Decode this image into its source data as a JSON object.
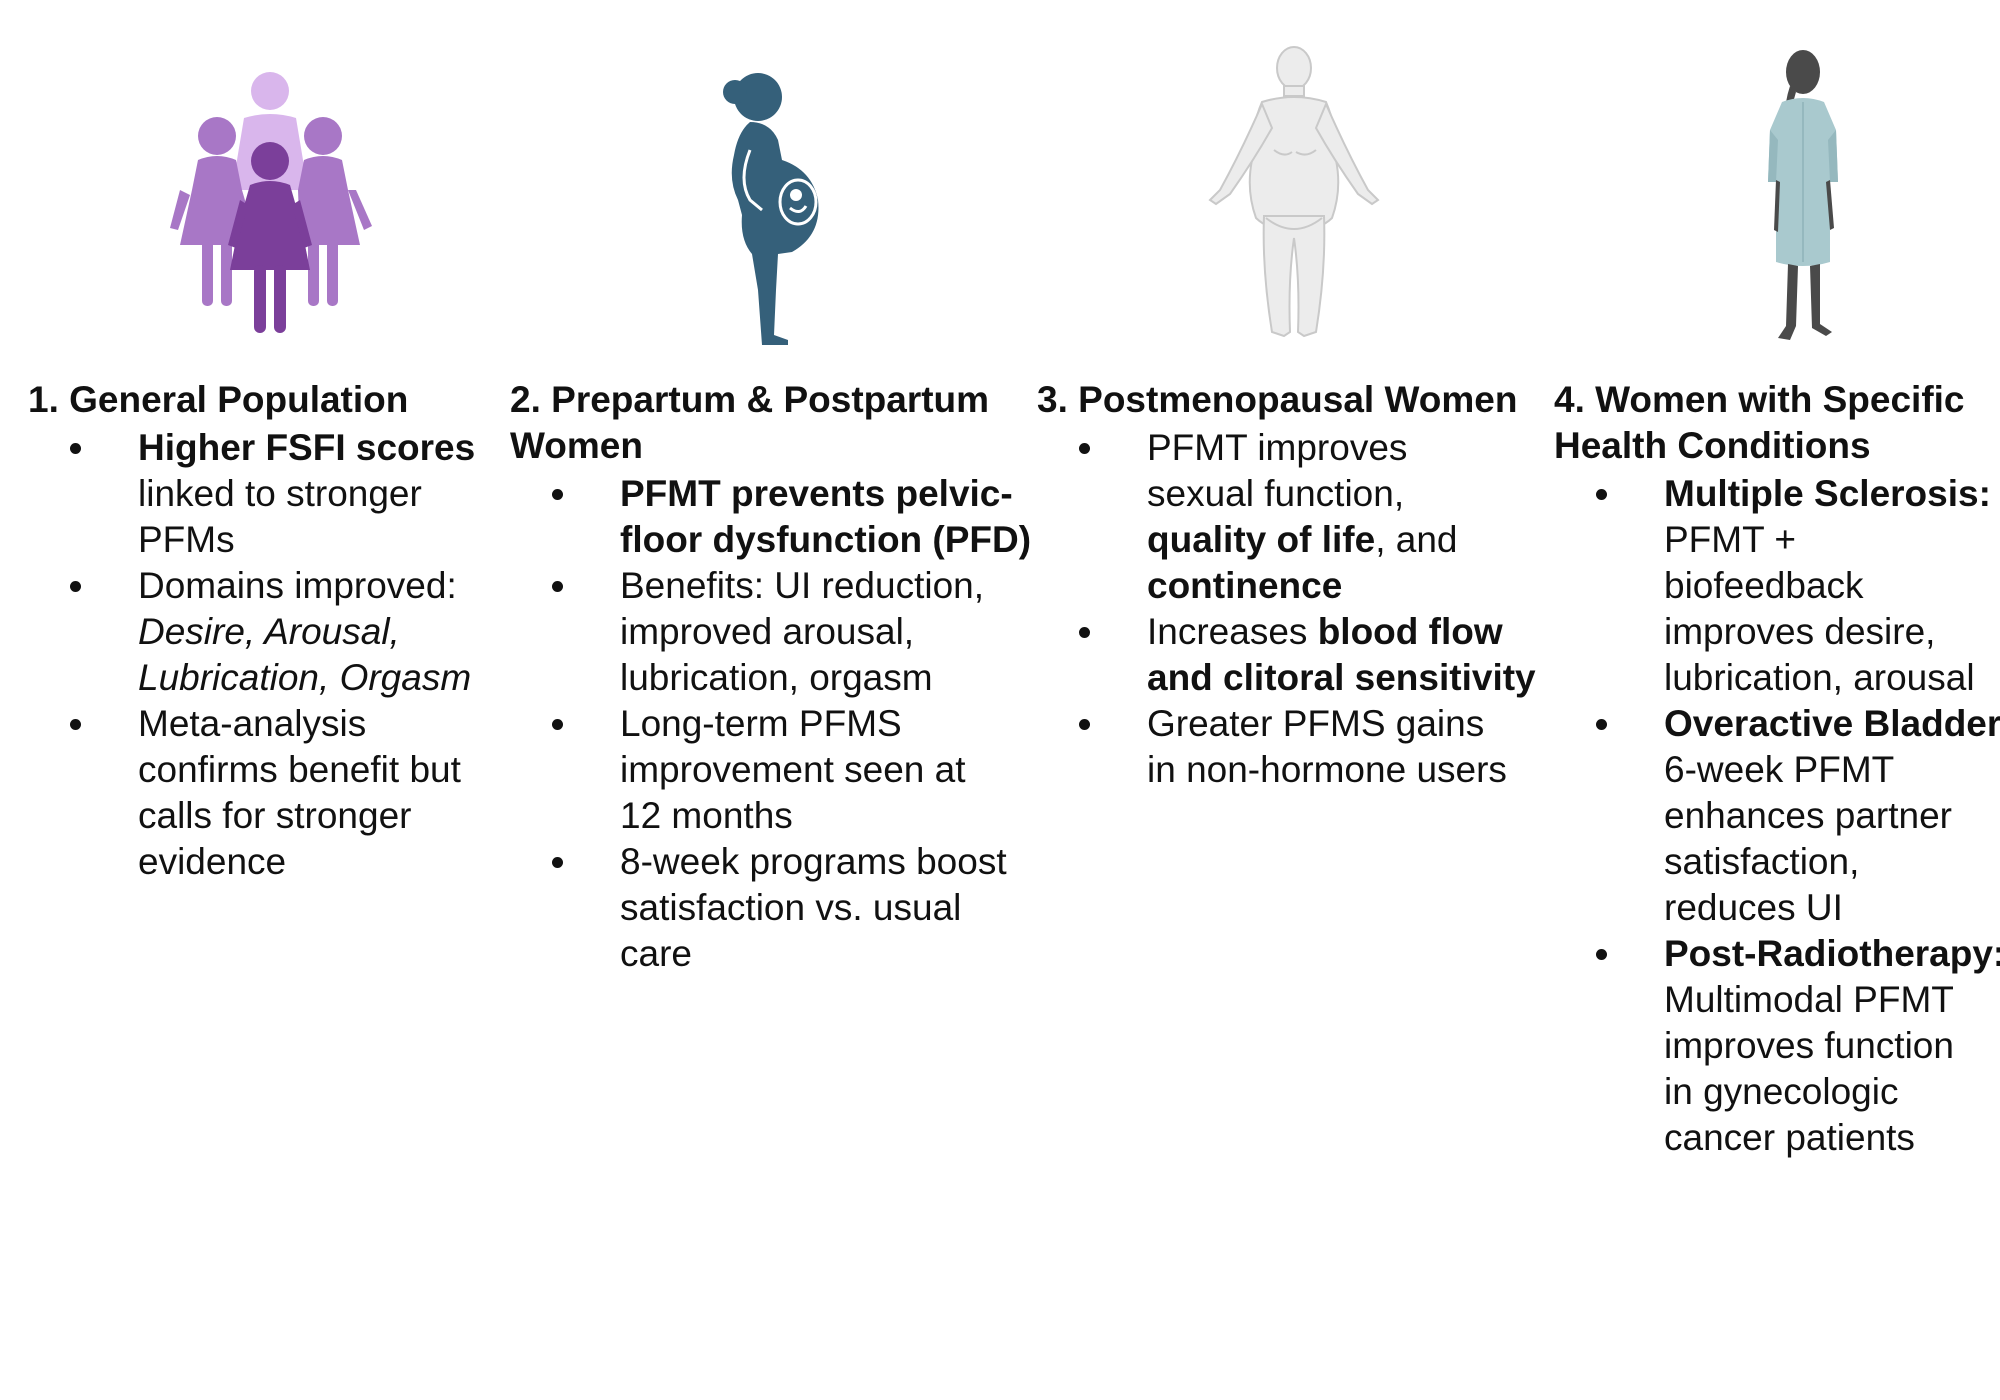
{
  "colors": {
    "purple_light": "#d9b6ec",
    "purple_mid": "#a877c6",
    "purple_dark": "#7b3f9a",
    "pregnant_teal": "#35607a",
    "postmeno_gray": "#e4e4e4",
    "gown_blue": "#a9c9ce",
    "skin_dark": "#4a4a4a"
  },
  "icons": {
    "col1": "group-of-women-icon",
    "col2": "pregnant-woman-icon",
    "col3": "postmenopausal-woman-icon",
    "col4": "patient-in-gown-icon"
  },
  "col1": {
    "heading": "1. General Population",
    "b1_bold": "Higher FSFI scores",
    "b1_l2": "linked to stronger",
    "b1_l3": "PFMs",
    "b2_l1": "Domains improved:",
    "b2_l2": "Desire, Arousal,",
    "b2_l3": "Lubrication, Orgasm",
    "b3_l1": "Meta-analysis",
    "b3_l2": "confirms benefit but",
    "b3_l3": "calls for stronger",
    "b3_l4": "evidence"
  },
  "col2": {
    "heading_l1": "2. Prepartum & Postpartum",
    "heading_l2": "Women",
    "b1_l1": "PFMT prevents pelvic-",
    "b1_l2": "floor dysfunction (PFD)",
    "b2_l1": "Benefits: UI reduction,",
    "b2_l2": "improved arousal,",
    "b2_l3": "lubrication, orgasm",
    "b3_l1": "Long-term PFMS",
    "b3_l2": "improvement seen at",
    "b3_l3": "12 months",
    "b4_l1": "8-week programs boost",
    "b4_l2": "satisfaction vs. usual",
    "b4_l3": "care"
  },
  "col3": {
    "heading": "3. Postmenopausal Women",
    "b1_l1": "PFMT improves",
    "b1_l2": "sexual function,",
    "b1_l3_bold": "quality of life",
    "b1_l3_rest": ", and",
    "b1_l4_bold": "continence",
    "b2_l1_pre": "Increases ",
    "b2_l1_bold": "blood flow",
    "b2_l2_bold": "and clitoral sensitivity",
    "b3_l1": "Greater PFMS gains",
    "b3_l2": "in non-hormone users"
  },
  "col4": {
    "heading_l1": "4. Women with Specific",
    "heading_l2": "Health Conditions",
    "b1_bold": "Multiple Sclerosis:",
    "b1_l2": "PFMT +",
    "b1_l3": "biofeedback",
    "b1_l4": "improves desire,",
    "b1_l5": "lubrication, arousal",
    "b2_bold": "Overactive Bladder:",
    "b2_l2": "6-week PFMT",
    "b2_l3": "enhances partner",
    "b2_l4": "satisfaction,",
    "b2_l5": "reduces UI",
    "b3_bold": "Post-Radiotherapy:",
    "b3_l2": "Multimodal PFMT",
    "b3_l3": "improves function",
    "b3_l4": "in gynecologic",
    "b3_l5": "cancer patients"
  }
}
